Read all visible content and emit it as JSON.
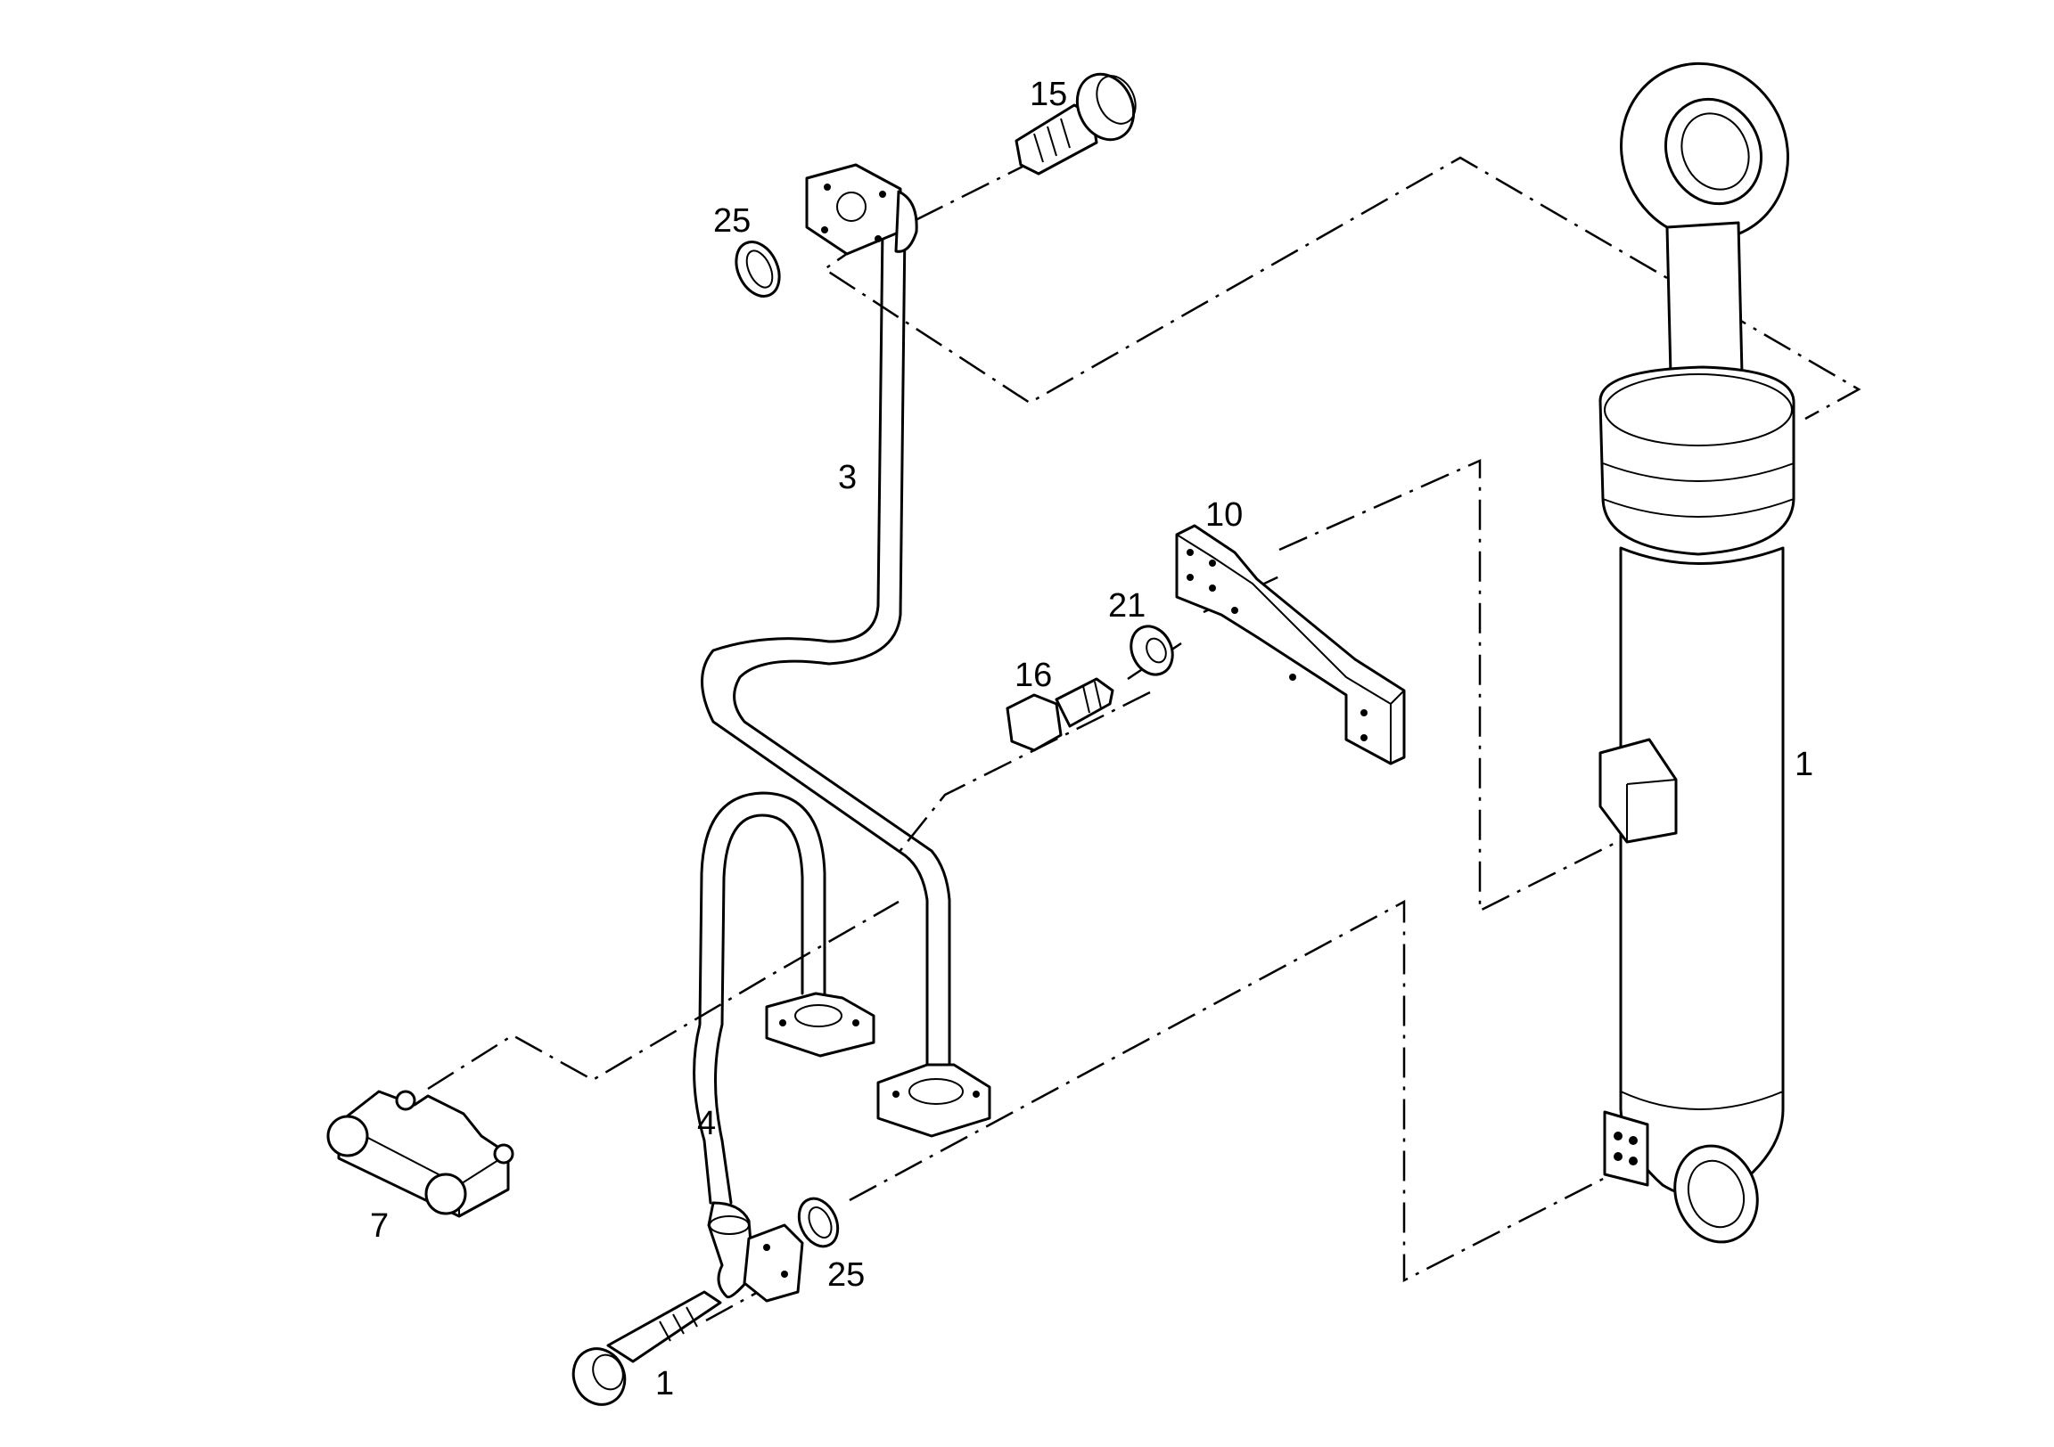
{
  "callouts": {
    "cylinder": "1",
    "bolt_bottom": "1",
    "pipe_upper": "3",
    "pipe_lower": "4",
    "clamp": "7",
    "bracket": "10",
    "bolt_16": "16",
    "bolt_15": "15",
    "washer_21": "21",
    "oring_top": "25",
    "oring_bottom": "25"
  }
}
